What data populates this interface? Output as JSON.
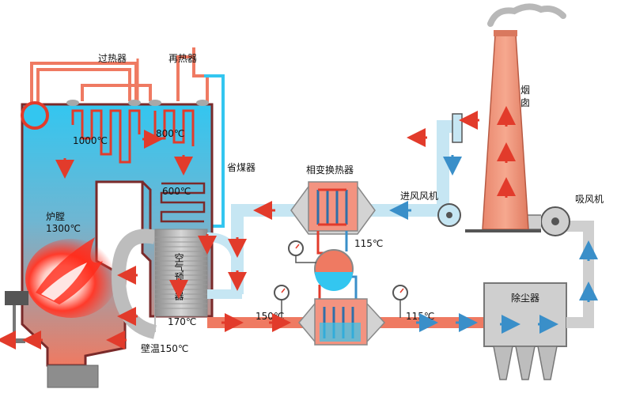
{
  "labels": {
    "superheater": "过热器",
    "reheater": "再热器",
    "economizer": "省煤器",
    "phase_change_hx": "相变换热器",
    "fd_fan": "进风风机",
    "id_fan": "吸风机",
    "chimney": "烟囱",
    "furnace": "炉膛",
    "furnace_temp": "1300℃",
    "temp_1000": "1000℃",
    "temp_800": "800℃",
    "temp_600": "600℃",
    "air_preheater": "空气预热器",
    "temp_170": "170℃",
    "wall_temp": "壁温150℃",
    "temp_150": "150℃",
    "temp_115_top": "115℃",
    "temp_115_bottom": "115℃",
    "dust_collector": "除尘器"
  },
  "colors": {
    "boiler_water_blue": "#33c6f0",
    "flue_gas_red": "#ef7a62",
    "air_light_blue": "#c6e6f3",
    "pipe_red": "#e23b2b",
    "steel_gray": "#a8a8a8",
    "dark_frame": "#7a2a2a"
  }
}
